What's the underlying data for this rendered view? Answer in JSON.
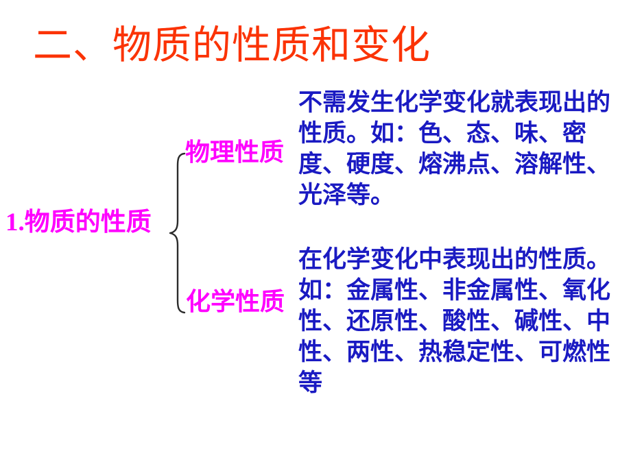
{
  "slide": {
    "background_color": "#ffffff",
    "title": "二、物质的性质和变化",
    "title_color": "#fb3305"
  },
  "diagram": {
    "root": {
      "label": "1.物质的性质",
      "color": "#ff00ff"
    },
    "brace": {
      "name": "curly-brace",
      "color": "#2b2b2b",
      "orientation": "opens-left"
    },
    "branches": [
      {
        "label": "物理性质",
        "label_color": "#ff00ff",
        "description": "不需发生化学变化就表现出的性质。如：色、态、味、密度、硬度、熔沸点、溶解性、光泽等。",
        "description_color": "#1a1ac2"
      },
      {
        "label": "化学性质",
        "label_color": "#ff00ff",
        "description": "在化学变化中表现出的性质。如：金属性、非金属性、氧化性、还原性、酸性、碱性、中性、两性、热稳定性、可燃性等",
        "description_color": "#1a1ac2"
      }
    ]
  }
}
